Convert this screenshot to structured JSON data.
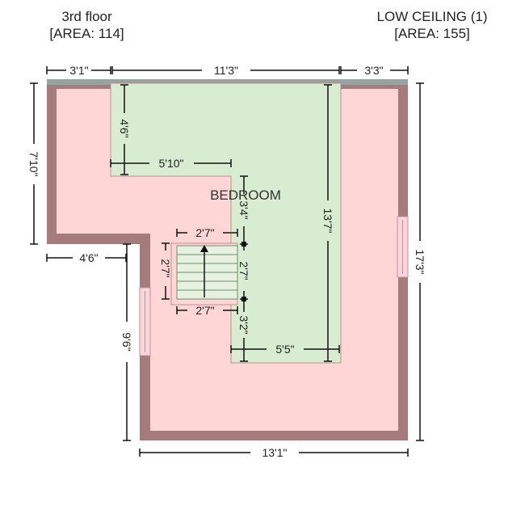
{
  "header_left": {
    "title": "3rd floor",
    "area": "[AREA: 114]"
  },
  "header_right": {
    "title": "LOW CEILING (1)",
    "area": "[AREA: 155]"
  },
  "room_label": "BEDROOM",
  "colors": {
    "wall": "#a57b7b",
    "low_ceiling_fill": "#ffd6d6",
    "bedroom_fill": "#d7ecd0",
    "window": "#f7d6dc",
    "dimension_line": "#111111"
  },
  "dimensions": {
    "top_left": "3'1\"",
    "top_middle": "11'3\"",
    "top_right": "3'3\"",
    "left_upper": "7'10\"",
    "left_lower": "9'6\"",
    "left_step": "4'6\"",
    "right_overall": "17'3\"",
    "bottom_overall": "13'1\"",
    "bedroom_notch_height": "4'6\"",
    "bedroom_notch_width": "5'10\"",
    "bedroom_height": "13'7\"",
    "bedroom_bottom_width": "5'5\"",
    "stair_top": "2'7\"",
    "stair_left": "2'7\"",
    "stair_right": "2'7\"",
    "stair_bottom": "2'7\"",
    "corridor_upper": "3'4\"",
    "corridor_lower": "3'2\""
  }
}
